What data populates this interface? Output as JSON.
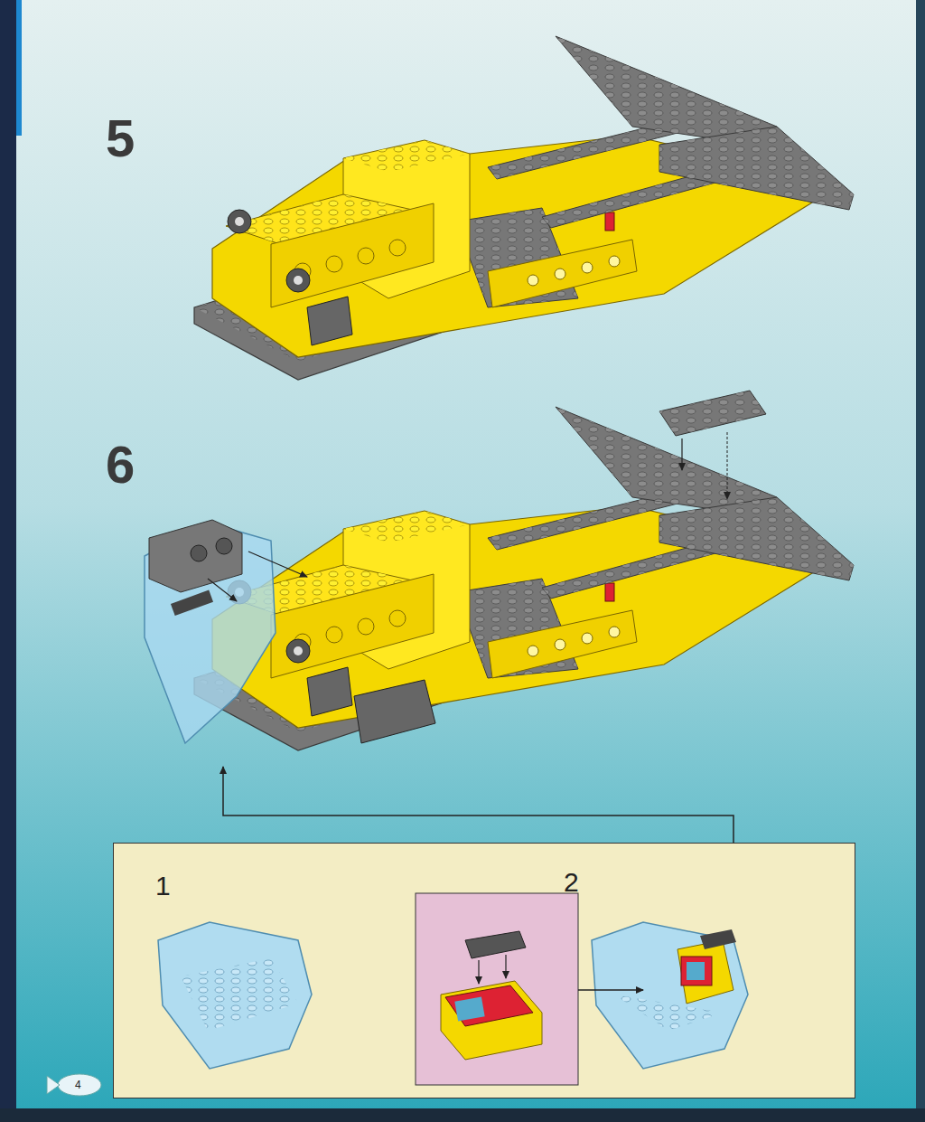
{
  "diagram": {
    "nodes": [
      {
        "text": [
          "1",
          "2"
        ]
      }
    ],
    "labels": [
      "5",
      "6",
      "4"
    ]
  }
}
